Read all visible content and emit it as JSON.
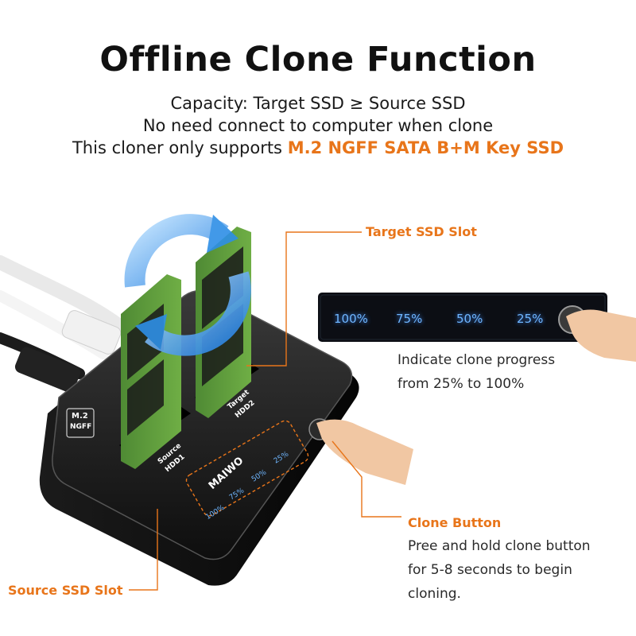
{
  "header": {
    "title": "Offline Clone Function",
    "line1": "Capacity: Target SSD ≥ Source SSD",
    "line2": "No need connect to computer when clone",
    "line3_prefix": "This cloner only supports ",
    "line3_highlight": "M.2 NGFF SATA B+M Key SSD"
  },
  "callouts": {
    "target_slot": "Target SSD Slot",
    "source_slot": "Source SSD Slot",
    "clone_button_title": "Clone Button",
    "clone_button_desc": [
      "Pree and hold clone button",
      "for 5-8 seconds to begin",
      "cloning."
    ],
    "progress_desc": [
      "Indicate clone progress",
      "from 25% to 100%"
    ]
  },
  "progress_panel": {
    "levels": [
      "100%",
      "75%",
      "50%",
      "25%"
    ]
  },
  "device": {
    "brand": "MAIWO",
    "badge_line1": "M.2",
    "badge_line2": "NGFF",
    "source_label_1": "Source",
    "source_label_2": "HDD1",
    "target_label_1": "Target",
    "target_label_2": "HDD2",
    "leds": [
      "100%",
      "75%",
      "50%",
      "25%"
    ]
  },
  "colors": {
    "accent": "#e8751a",
    "led": "#6fb6ff",
    "arrow": "#2e8fe6"
  }
}
